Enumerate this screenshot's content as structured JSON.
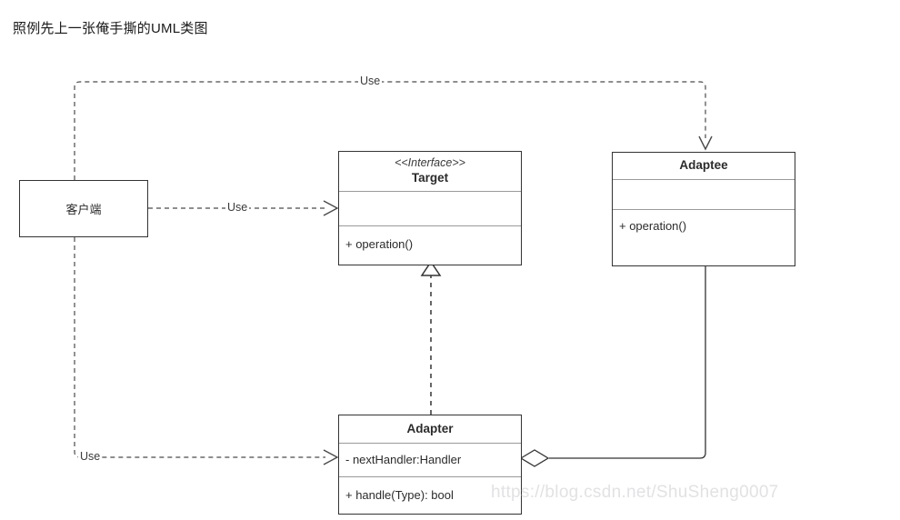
{
  "page": {
    "title": "照例先上一张俺手撕的UML类图",
    "watermark": "https://blog.csdn.net/ShuSheng0007",
    "background_color": "#ffffff",
    "line_color": "#333333",
    "divider_color": "#9a9a9a",
    "watermark_color": "#e2e2e4"
  },
  "diagram": {
    "type": "uml-class-diagram",
    "classes": [
      {
        "id": "client",
        "name": "客户端",
        "kind": "plain-box",
        "stereotype": "",
        "attributes": [],
        "operations": []
      },
      {
        "id": "target",
        "name": "Target",
        "kind": "interface",
        "stereotype": "<<Interface>>",
        "attributes": [],
        "operations": [
          "+ operation()"
        ]
      },
      {
        "id": "adaptee",
        "name": "Adaptee",
        "kind": "class",
        "stereotype": "",
        "attributes": [],
        "operations": [
          "+ operation()"
        ]
      },
      {
        "id": "adapter",
        "name": "Adapter",
        "kind": "class",
        "stereotype": "",
        "attributes": [
          "- nextHandler:Handler"
        ],
        "operations": [
          "+ handle(Type): bool"
        ]
      }
    ],
    "relations": [
      {
        "id": "client-uses-adaptee",
        "from": "client",
        "to": "adaptee",
        "kind": "dependency",
        "style": "dashed",
        "arrow": "open",
        "label": "Use"
      },
      {
        "id": "client-uses-target",
        "from": "client",
        "to": "target",
        "kind": "dependency",
        "style": "dashed",
        "arrow": "open",
        "label": "Use"
      },
      {
        "id": "client-uses-adapter",
        "from": "client",
        "to": "adapter",
        "kind": "dependency",
        "style": "dashed",
        "arrow": "open",
        "label": "Use"
      },
      {
        "id": "adapter-realizes-target",
        "from": "adapter",
        "to": "target",
        "kind": "realization",
        "style": "dashed",
        "arrow": "hollow-triangle",
        "label": ""
      },
      {
        "id": "adapter-aggregates-adaptee",
        "from": "adapter",
        "to": "adaptee",
        "kind": "aggregation",
        "style": "solid",
        "arrow": "hollow-diamond",
        "label": ""
      }
    ]
  }
}
